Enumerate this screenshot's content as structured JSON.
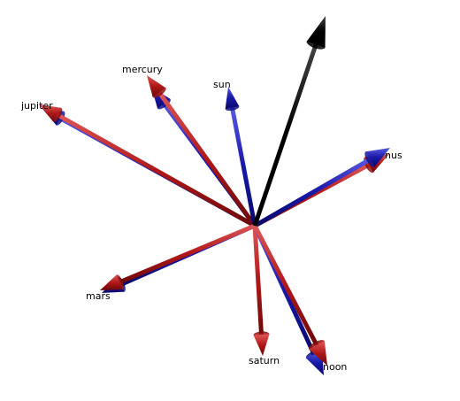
{
  "colors": {
    "background": "#ffffff",
    "red": "#b01818",
    "red_light": "#d84040",
    "blue": "#1818a8",
    "blue_light": "#4848d8",
    "black": "#000000"
  },
  "labels": {
    "mercury": "mercury",
    "sun": "sun",
    "jupiter": "jupiter",
    "venus": "nus",
    "mars": "mars",
    "saturn": "saturn",
    "moon": "noon"
  }
}
